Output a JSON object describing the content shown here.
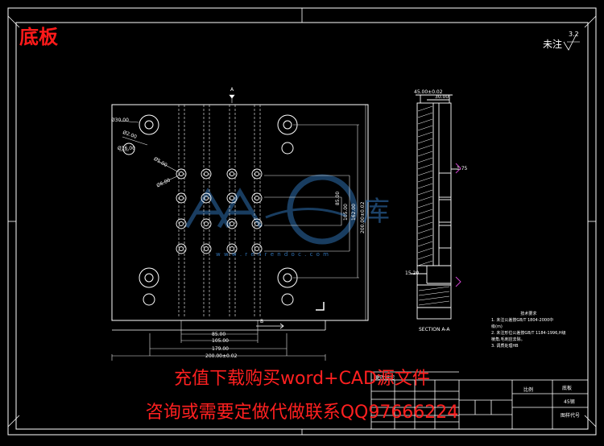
{
  "drawing": {
    "title": "底板",
    "roughness_label": "未注",
    "roughness_value": "3.2"
  },
  "watermark": {
    "url": "w w w . r e n r e n d o c . c o m",
    "logo_text": "库"
  },
  "promo": {
    "line1": "充值下载购买word+CAD源文件",
    "line2": "咨询或需要定做代做联系QQ97666224"
  },
  "dimensions": {
    "bottom_inner": "85.00",
    "bottom_mid": "105.00",
    "bottom_long": "179.00",
    "bottom_overall": "200.00±0.02",
    "right_1": "85.00",
    "right_2": "105.00",
    "right_3": "162.00",
    "right_4": "200.00±0.02",
    "hole_a": "Ø30.00",
    "hole_b": "Ø2.00",
    "hole_c": "Ø16.00",
    "hole_d": "Ø5.00",
    "hole_e": "Ø6.00",
    "side_top": "45.00±0.02",
    "side_top2": "30.00",
    "side_r": "1.75",
    "side_bottom": "15.20",
    "section_a_label": "A",
    "section_b_label": "B",
    "section_title": "SECTION A-A"
  },
  "notes": {
    "heading": "技术要求",
    "items": [
      "1. 未注公差按GB/T 1804-2000中",
      "   级(m)",
      "2. 未注形位公差按GB/T 1184-1996,H级",
      "   棱角,毛刺应去除。",
      "3. 调质处理HB"
    ]
  },
  "title_block": {
    "top_label": "底板",
    "material": "45钢",
    "part_no": "图样代号",
    "scale_label": "比例",
    "small_row_label": "更改标记"
  },
  "colors": {
    "frame": "#ffffff",
    "drawing": "#ffffff",
    "dimension": "#e8e8e8",
    "hidden_line": "#d9d9d9",
    "title_red": "#ff1a1a",
    "watermark": "#2f6fb0",
    "accent": "#cc44cc"
  }
}
